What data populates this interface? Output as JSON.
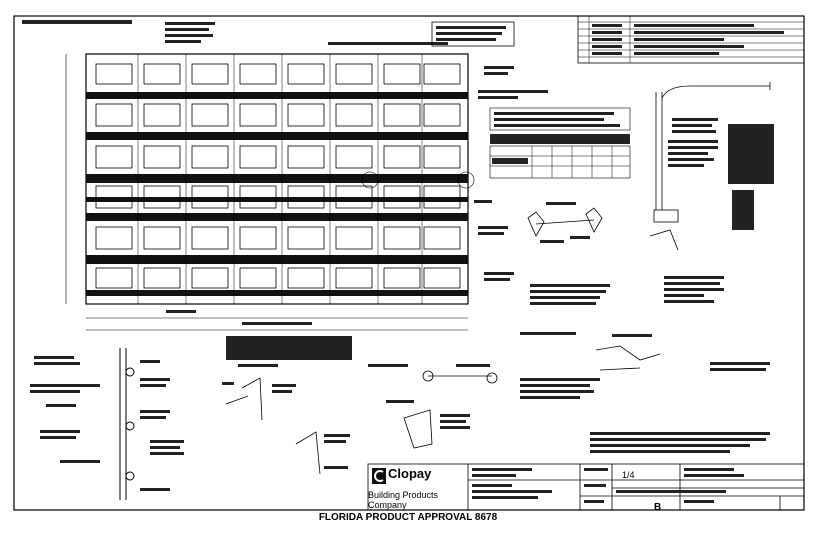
{
  "title_block": {
    "company": "Clopay",
    "company_sub": "Building Products Company",
    "scale": "1/4",
    "revision": "B"
  },
  "footer": {
    "caption": "FLORIDA PRODUCT APPROVAL 8678"
  }
}
